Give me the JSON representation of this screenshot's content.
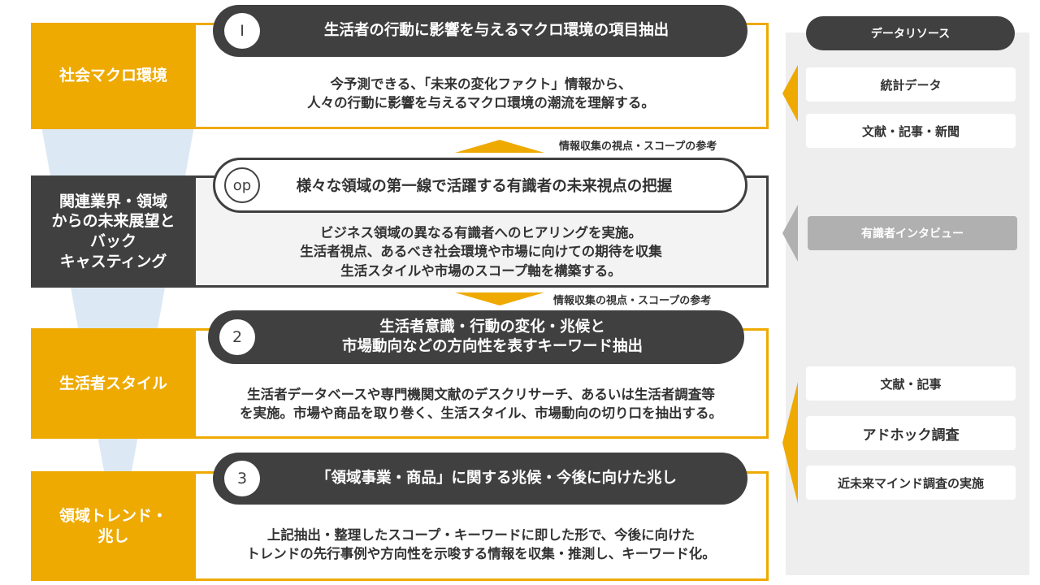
{
  "stages": [
    {
      "label": "社会マクロ環境"
    },
    {
      "label_lines": [
        "関連業界・領域",
        "からの未来展望と",
        "バック",
        "キャスティング"
      ]
    },
    {
      "label": "生活者スタイル"
    },
    {
      "label_lines": [
        "領域トレンド・",
        "兆し"
      ]
    }
  ],
  "sections": [
    {
      "number": "Ⅰ",
      "title": "生活者の行動に影響を与えるマクロ環境の項目抽出",
      "body_lines": [
        "今予測できる、「未来の変化ファクト」情報から、",
        "人々の行動に影響を与えるマクロ環境の潮流を理解する。"
      ]
    },
    {
      "number": "op",
      "title": "様々な領域の第一線で活躍する有識者の未来視点の把握",
      "body_lines": [
        "ビジネス領域の異なる有識者へのヒアリングを実施。",
        "生活者視点、あるべき社会環境や市場に向けての期待を収集",
        "生活スタイルや市場のスコープ軸を構築する。"
      ]
    },
    {
      "number": "2",
      "title_lines": [
        "生活者意識・行動の変化・兆候と",
        "市場動向などの方向性を表すキーワード抽出"
      ],
      "body_lines": [
        "生活者データベースや専門機関文献のデスクリサーチ、あるいは生活者調査等",
        "を実施。市場や商品を取り巻く、生活スタイル、市場動向の切り口を抽出する。"
      ]
    },
    {
      "number": "3",
      "title": "「領域事業・商品」に関する兆候・今後に向けた兆し",
      "body_lines": [
        "上記抽出・整理したスコープ・キーワードに即した形で、今後に向けた",
        "トレンドの先行事例や方向性を示唆する情報を収集・推測し、キーワード化。"
      ]
    }
  ],
  "notes": {
    "up": "情報収集の視点・スコープの参考",
    "down": "情報収集の視点・スコープの参考"
  },
  "resources": {
    "header": "データリソース",
    "items": [
      "統計データ",
      "文献・記事・新聞",
      "有識者インタビュー",
      "文献・記事",
      "アドホック調査",
      "近未来マインド調査の実施"
    ]
  },
  "colors": {
    "accent": "#eeaa00",
    "dark": "#404040",
    "funnel": "#dce9f5",
    "panel": "#eeeeee"
  }
}
